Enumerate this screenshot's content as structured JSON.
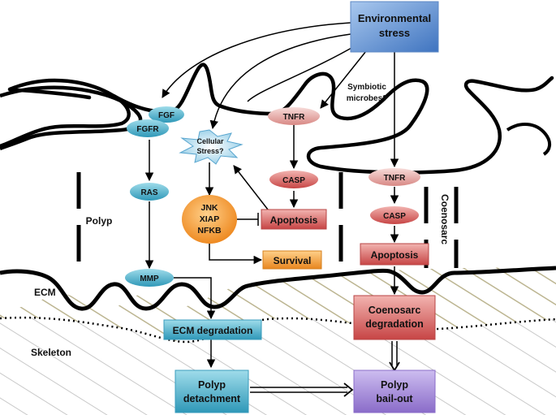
{
  "nodes": {
    "environmental_stress": "Environmental stress",
    "symbiotic_microbes": "Symbiotic microbes?",
    "fgf": "FGF",
    "fgfr": "FGFR",
    "tnfr_polyp": "TNFR",
    "cellular_stress": "Cellular Stress?",
    "casp_polyp": "CASP",
    "tnfr_coeno": "TNFR",
    "ras": "RAS",
    "jnk": "JNK",
    "xiap": "XIAP",
    "nfkb": "NFKB",
    "apoptosis_polyp": "Apoptosis",
    "casp_coeno": "CASP",
    "apoptosis_coeno": "Apoptosis",
    "survival": "Survival",
    "mmp": "MMP",
    "ecm_degradation": "ECM degradation",
    "coenosarc_degradation": "Coenosarc degradation",
    "polyp_detachment": "Polyp detachment",
    "polyp_bailout": "Polyp bail-out"
  },
  "regions": {
    "polyp": "Polyp",
    "coenosarc": "Coenosarc",
    "ecm": "ECM",
    "skeleton": "Skeleton"
  },
  "colors": {
    "teal": "#3aa9c6",
    "blue_box": "#5b8fd0",
    "red_box": "#c94a4a",
    "orange": "#f0902a",
    "purple": "#9a7fd4",
    "pink_oval": "#e8a7a4",
    "hatch": "#b5ad85"
  }
}
